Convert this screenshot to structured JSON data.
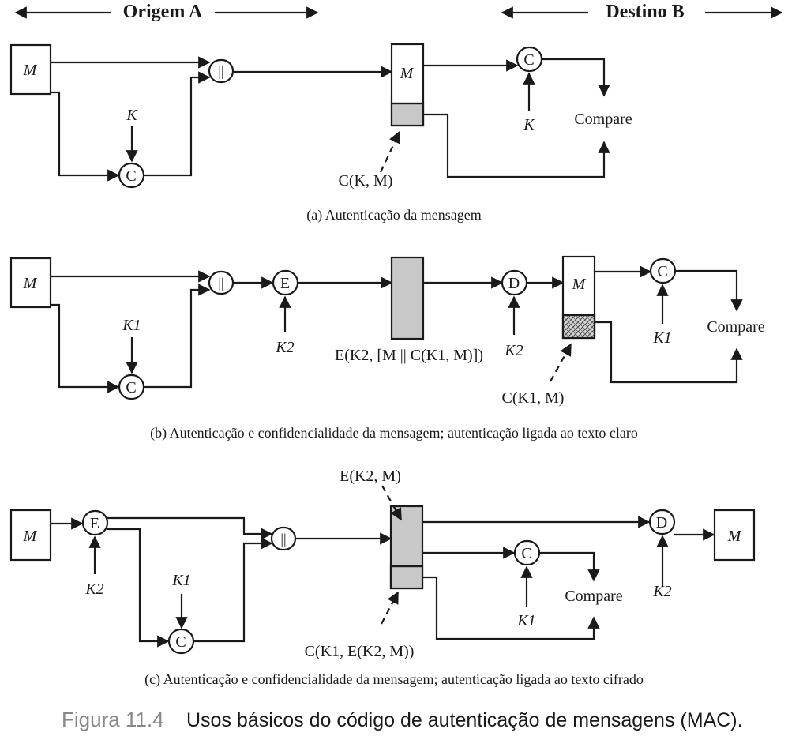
{
  "header": {
    "source": "Origem A",
    "destination": "Destino B"
  },
  "panels": {
    "a": {
      "message": "M",
      "message_received": "M",
      "concat": "||",
      "mac_fn_source": "C",
      "mac_fn_dest": "C",
      "key_source": "K",
      "key_dest": "K",
      "compare": "Compare",
      "mac_label": "C(K, M)",
      "caption": "(a) Autenticação da mensagem"
    },
    "b": {
      "message": "M",
      "message_received": "M",
      "concat": "||",
      "encrypt": "E",
      "decrypt": "D",
      "mac_fn_source": "C",
      "mac_fn_dest": "C",
      "key_mac_source": "K1",
      "key_enc": "K2",
      "key_dec": "K2",
      "key_mac_dest": "K1",
      "cipher_label": "E(K2, [M || C(K1, M)])",
      "mac_label": "C(K1, M)",
      "compare": "Compare",
      "caption": "(b) Autenticação e confidencialidade da mensagem; autenticação ligada ao texto claro"
    },
    "c": {
      "message": "M",
      "message_out": "M",
      "concat": "||",
      "encrypt": "E",
      "decrypt": "D",
      "mac_fn_source": "C",
      "mac_fn_dest": "C",
      "key_enc": "K2",
      "key_mac_source": "K1",
      "key_mac_dest": "K1",
      "key_dec": "K2",
      "cipher_label": "E(K2, M)",
      "mac_label": "C(K1, E(K2, M))",
      "compare": "Compare",
      "caption": "(c) Autenticação e confidencialidade da mensagem; autenticação ligada ao texto cifrado"
    }
  },
  "figure": {
    "number": "Figura 11.4",
    "title": "Usos básicos do código de autenticação de mensagens (MAC)."
  },
  "colors": {
    "ink": "#1a1a1a",
    "fill_gray": "#c8c8c8",
    "caption_number": "#888888"
  }
}
